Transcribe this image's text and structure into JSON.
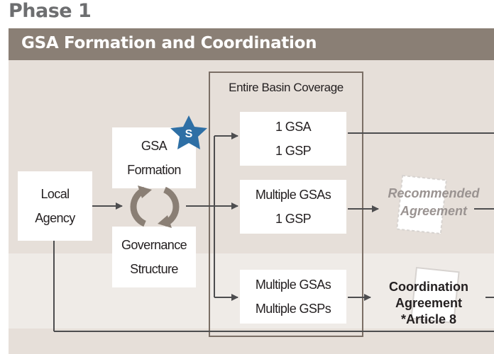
{
  "header": {
    "phase": "Phase 1",
    "banner": "GSA Formation and Coordination"
  },
  "diagram": {
    "local_agency": [
      "Local",
      "Agency"
    ],
    "gsa_formation": [
      "GSA",
      "Formation"
    ],
    "governance": [
      "Governance",
      "Structure"
    ],
    "s_badge": "S",
    "basin_title": "Entire Basin Coverage",
    "option1": [
      "1 GSA",
      "1 GSP"
    ],
    "option2": [
      "Multiple GSAs",
      "1 GSP"
    ],
    "option3": [
      "Multiple GSAs",
      "Multiple GSPs"
    ],
    "recommended": [
      "Recommended",
      "Agreement"
    ],
    "coordination": [
      "Coordination",
      "Agreement",
      "*Article 8"
    ]
  },
  "colors": {
    "banner": "#8a7f75",
    "panel": "#e6dfd9",
    "band": "#efebe7",
    "arrow": "#4d4d4f",
    "star": "#2e6fa5"
  },
  "icons": [
    "cycle-arrows-icon",
    "star-s-icon",
    "document-icon"
  ]
}
